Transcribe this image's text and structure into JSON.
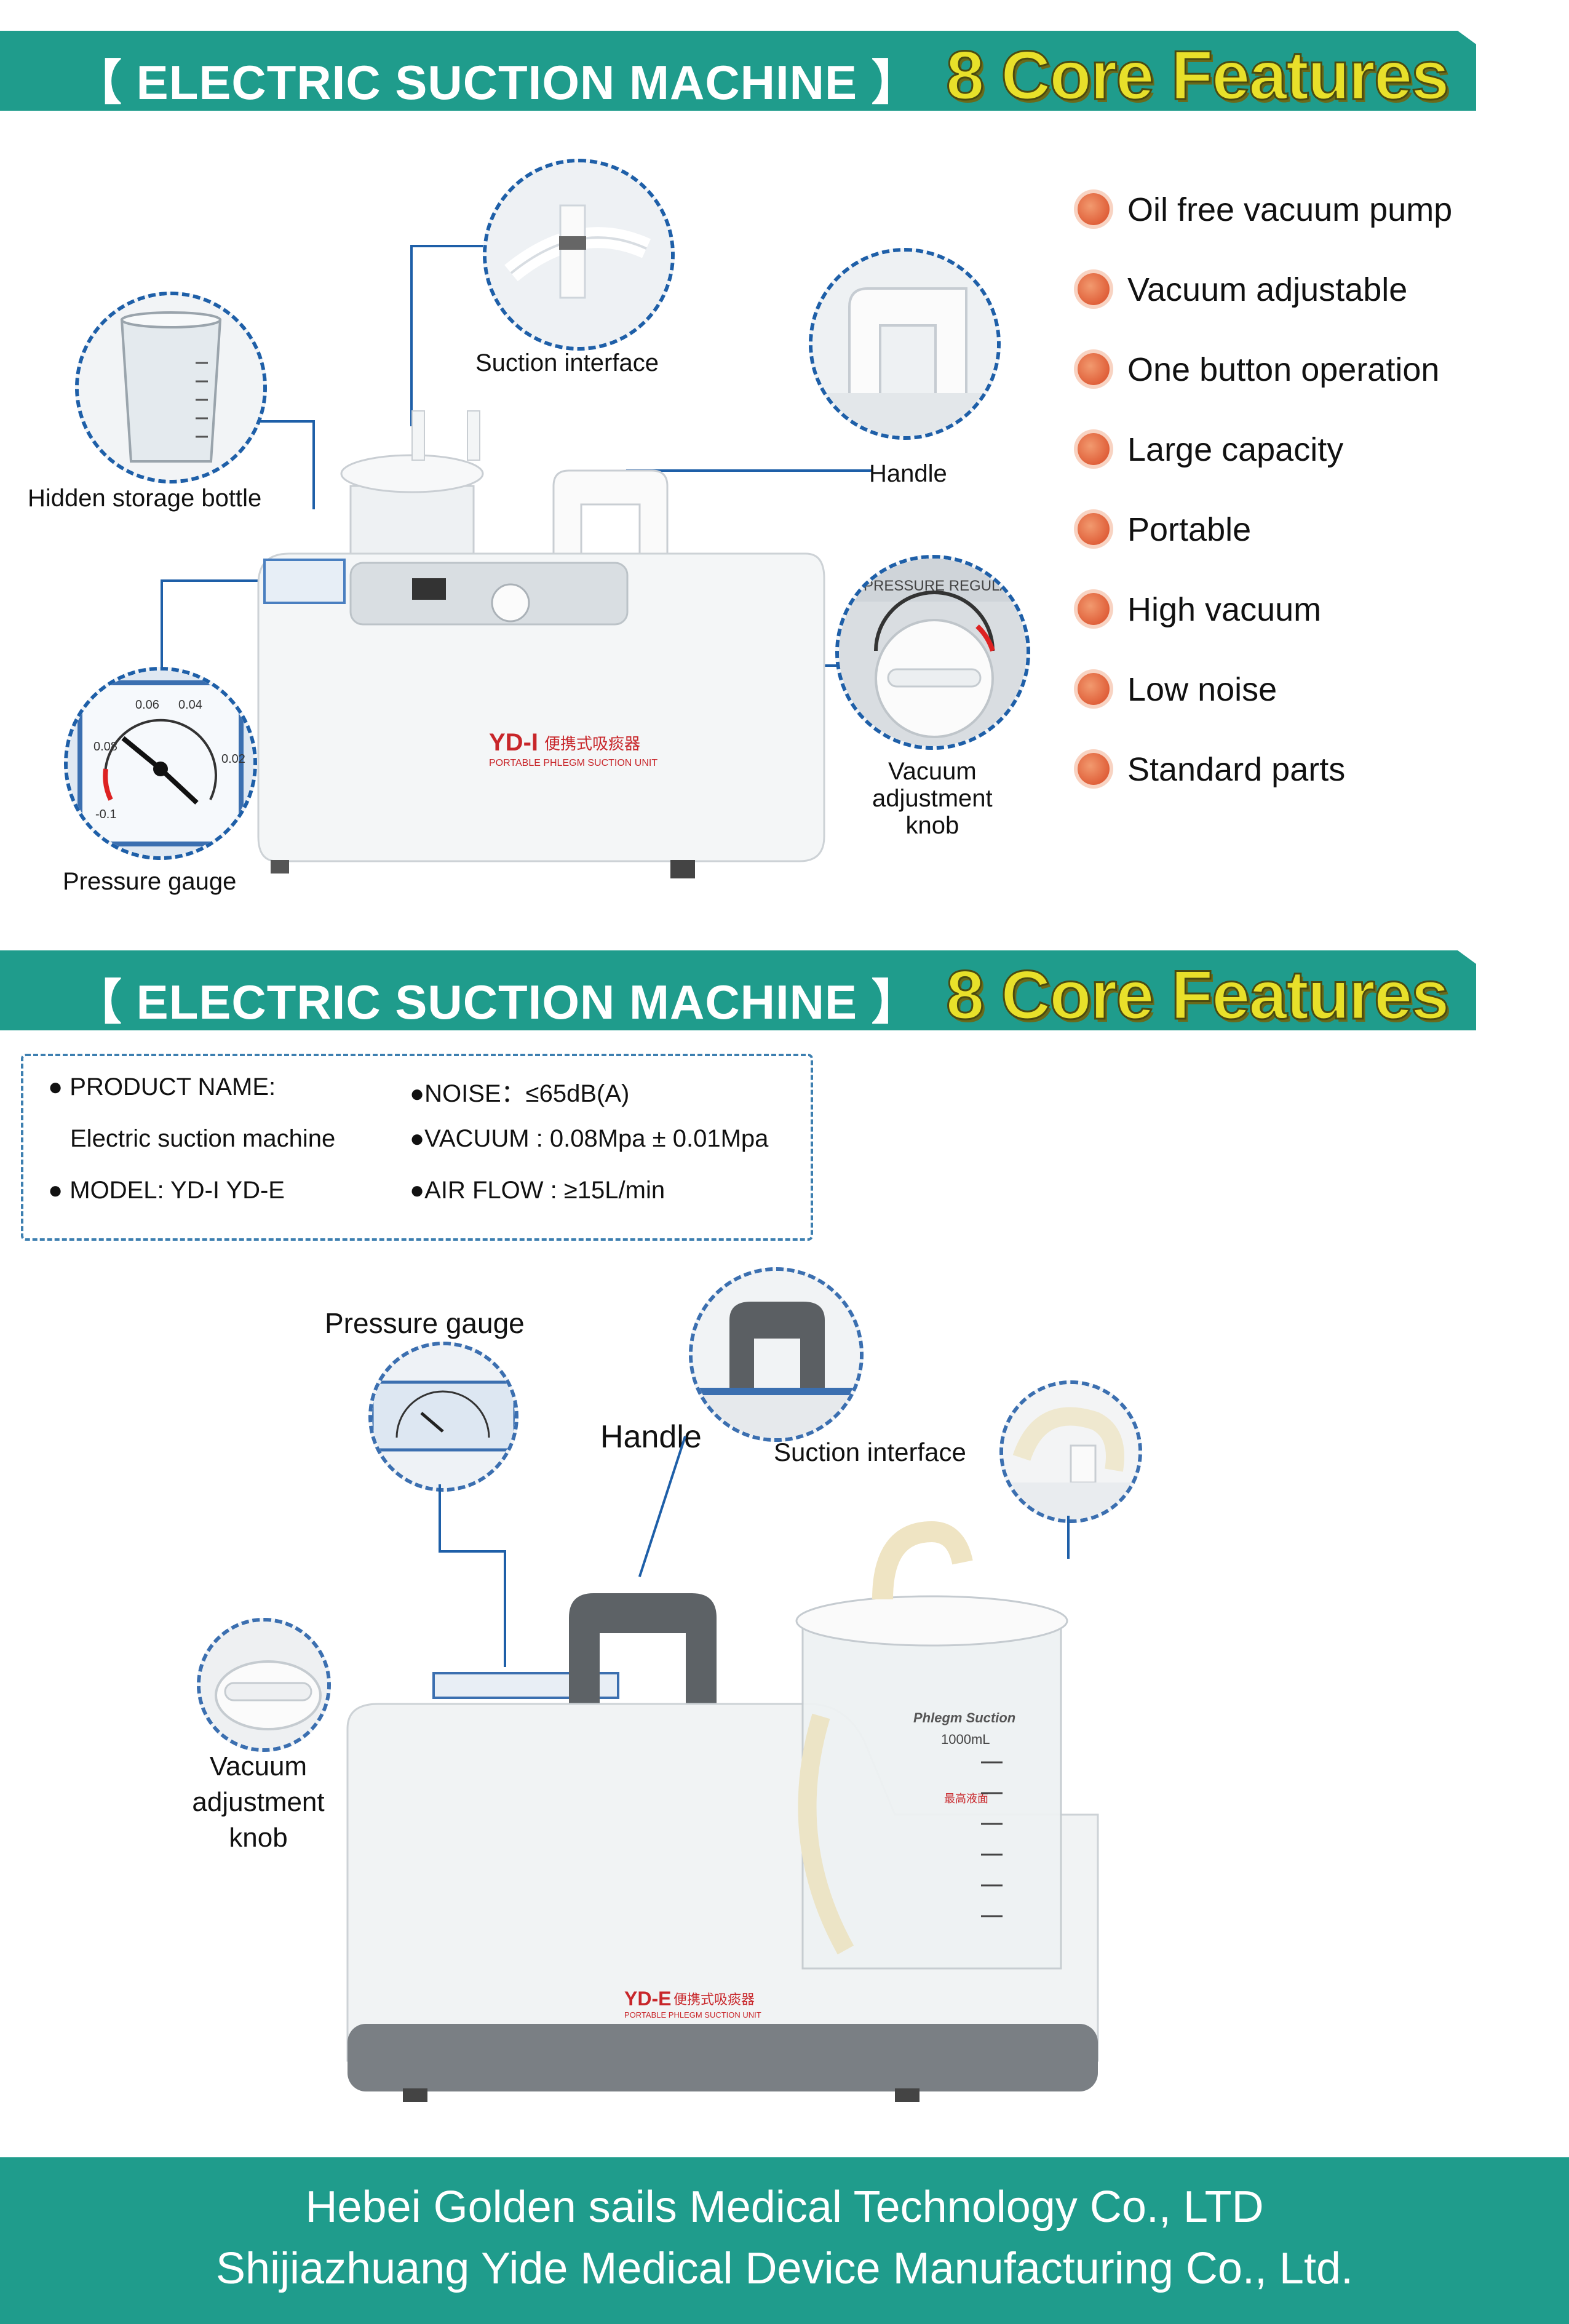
{
  "banner1": {
    "title": "【 ELECTRIC SUCTION MACHINE 】",
    "core": "8 Core Features"
  },
  "section1": {
    "labels": {
      "suction_interface": "Suction interface",
      "hidden_bottle": "Hidden storage bottle",
      "handle": "Handle",
      "pressure_gauge": "Pressure gauge",
      "vacuum_knob": "Vacuum\nadjustment\nknob"
    },
    "machine_model": "YD-I",
    "machine_cn": "便携式吸痰器",
    "machine_sub": "PORTABLE PHLEGM SUCTION UNIT",
    "features": [
      "Oil free vacuum pump",
      "Vacuum adjustable",
      "One button operation",
      "Large capacity",
      "Portable",
      "High vacuum",
      "Low noise",
      "Standard parts"
    ]
  },
  "banner2": {
    "title": "【 ELECTRIC SUCTION MACHINE 】",
    "core": "8 Core Features"
  },
  "specs": {
    "product_name_label": "● PRODUCT   NAME:",
    "product_name_value": "Electric suction machine",
    "model": "● MODEL:     YD-I  YD-E",
    "noise": "●NOISE：≤65dB(A)",
    "vacuum": "●VACUUM : 0.08Mpa ± 0.01Mpa",
    "air_flow": "●AIR FLOW : ≥15L/min"
  },
  "section2": {
    "labels": {
      "pressure_gauge": "Pressure gauge",
      "handle": "Handle",
      "suction_interface": "Suction interface",
      "vacuum_knob": "Vacuum\nadjustment\nknob"
    },
    "machine_model": "YD-E",
    "machine_cn": "便携式吸痰器",
    "machine_sub": "PORTABLE PHLEGM SUCTION UNIT",
    "jar_label": "Phlegm Suction",
    "jar_volume": "1000mL",
    "jar_max": "最高液面"
  },
  "footer": {
    "line1": "Hebei Golden sails Medical Technology Co., LTD",
    "line2": "Shijiazhuang Yide Medical Device Manufacturing Co., Ltd."
  },
  "colors": {
    "teal": "#1f9c8c",
    "accent_yellow": "#e8e02a",
    "dash_blue": "#1e5fa8",
    "dot_orange": "#e0603a"
  }
}
